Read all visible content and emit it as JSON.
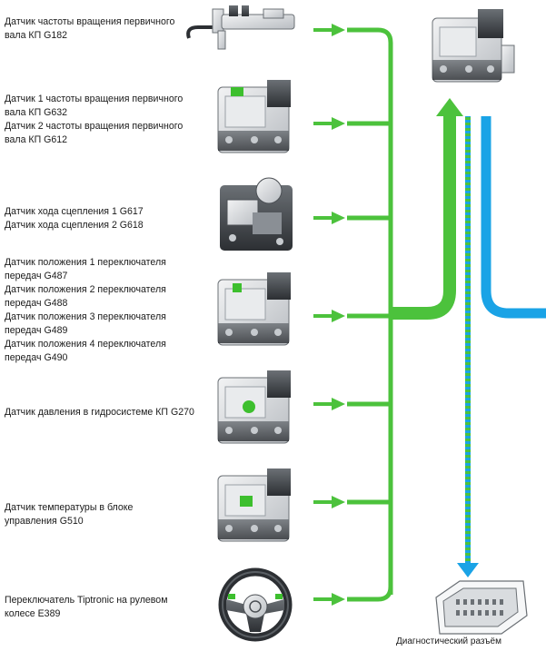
{
  "sensors": [
    {
      "lines": [
        "Датчик частоты вращения первичного",
        "вала КП G182"
      ],
      "icon": "speed-sensor-icon"
    },
    {
      "lines": [
        "Датчик 1 частоты вращения первичного",
        "вала КП G632",
        "Датчик 2 частоты вращения первичного",
        "вала КП G612"
      ],
      "icon": "control-unit-module-icon"
    },
    {
      "lines": [
        "Датчик хода сцепления 1  G617",
        "Датчик хода сцепления 2  G618"
      ],
      "icon": "clutch-module-icon"
    },
    {
      "lines": [
        "Датчик положения 1 переключателя",
        "передач G487",
        "Датчик положения 2 переключателя",
        "передач G488",
        "Датчик положения 3 переключателя",
        "передач G489",
        "Датчик положения 4 переключателя",
        "передач G490"
      ],
      "icon": "control-unit-module-icon"
    },
    {
      "lines": [
        "Датчик давления в гидросистеме КП G270"
      ],
      "icon": "control-unit-module-icon"
    },
    {
      "lines": [
        "Датчик температуры в блоке",
        "управления G510"
      ],
      "icon": "control-unit-module-icon"
    },
    {
      "lines": [
        "Переключатель Tiptronic на рулевом",
        "колесе E389"
      ],
      "icon": "steering-wheel-icon"
    }
  ],
  "output": {
    "control_unit_icon": "mechatronic-unit-icon",
    "diagnostic_caption": "Диагностический разъём",
    "diagnostic_icon": "diagnostic-connector-icon"
  },
  "colors": {
    "signal_green": "#4cc23c",
    "bus_blue": "#1aa3e6",
    "part_gray": "#8a8f95",
    "part_dark": "#3c4045",
    "highlight_green": "#3dbf2e"
  }
}
